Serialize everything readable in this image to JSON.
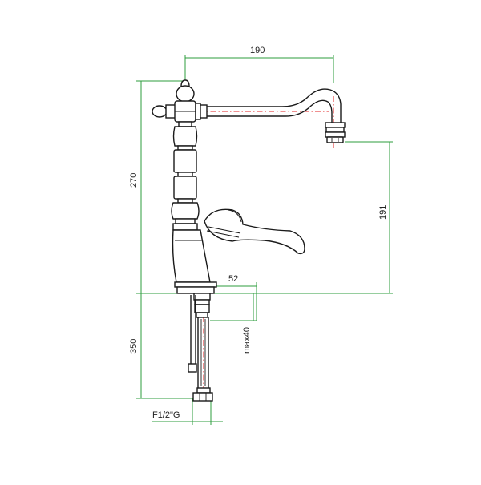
{
  "dimensions": {
    "spout_reach": "190",
    "total_height": "270",
    "spout_height": "191",
    "base_diameter": "52",
    "max_deck_thickness": "max40",
    "hose_length": "350",
    "connection": "F1/2\"G"
  },
  "colors": {
    "dimension_lines": "#2e9e3e",
    "axis_lines": "#e02020",
    "outline": "#1a1a1a"
  }
}
